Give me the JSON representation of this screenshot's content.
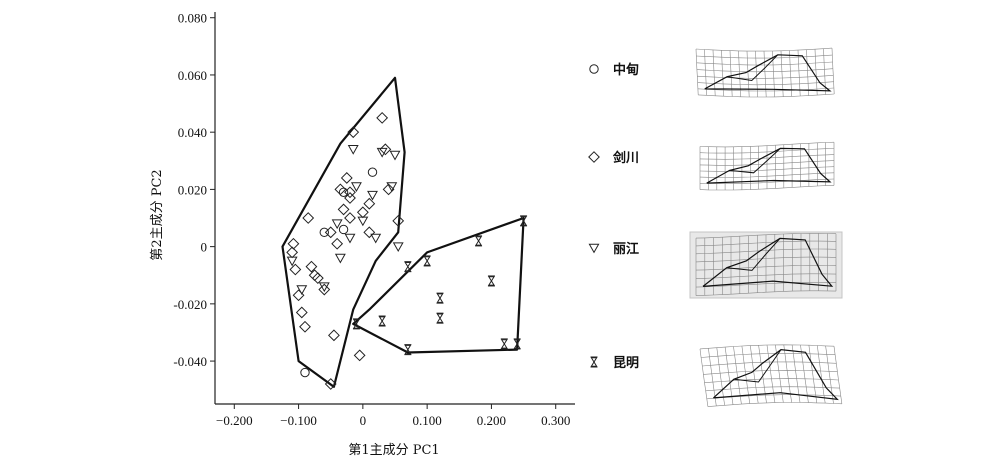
{
  "chart_data": {
    "type": "scatter",
    "xlabel": "第1主成分 PC1",
    "ylabel": "第2主成分 PC2",
    "xlim": [
      -0.23,
      0.33
    ],
    "ylim": [
      -0.055,
      0.082
    ],
    "x_ticks": [
      -0.2,
      -0.1,
      0,
      0.1,
      0.2,
      0.3
    ],
    "x_tick_labels": [
      "−0.200",
      "−0.100",
      "0",
      "0.100",
      "0.200",
      "0.300"
    ],
    "y_ticks": [
      0.08,
      0.06,
      0.04,
      0.02,
      0,
      -0.02,
      -0.04
    ],
    "y_tick_labels": [
      "0.080",
      "0.060",
      "0.040",
      "0.020",
      "0",
      "-0.020",
      "-0.040"
    ],
    "grid": false,
    "legend_position": "right",
    "series": [
      {
        "name": "中甸",
        "marker": "circle",
        "points": [
          [
            -0.09,
            -0.044
          ],
          [
            -0.06,
            0.005
          ],
          [
            -0.03,
            0.006
          ],
          [
            -0.03,
            0.019
          ],
          [
            0.015,
            0.026
          ]
        ]
      },
      {
        "name": "剑川",
        "marker": "diamond",
        "points": [
          [
            -0.11,
            -0.002
          ],
          [
            -0.108,
            0.001
          ],
          [
            -0.105,
            -0.008
          ],
          [
            -0.1,
            -0.017
          ],
          [
            -0.095,
            -0.023
          ],
          [
            -0.09,
            -0.028
          ],
          [
            -0.085,
            0.01
          ],
          [
            -0.08,
            -0.007
          ],
          [
            -0.075,
            -0.01
          ],
          [
            -0.07,
            -0.011
          ],
          [
            -0.06,
            -0.015
          ],
          [
            -0.05,
            0.005
          ],
          [
            -0.045,
            -0.031
          ],
          [
            -0.04,
            0.001
          ],
          [
            -0.035,
            0.02
          ],
          [
            -0.03,
            0.013
          ],
          [
            -0.02,
            0.019
          ],
          [
            -0.02,
            0.01
          ],
          [
            -0.015,
            0.04
          ],
          [
            -0.005,
            -0.038
          ],
          [
            0.0,
            0.012
          ],
          [
            -0.05,
            -0.048
          ],
          [
            0.01,
            0.015
          ],
          [
            0.03,
            0.045
          ],
          [
            0.035,
            0.034
          ],
          [
            0.04,
            0.02
          ],
          [
            0.055,
            0.009
          ],
          [
            0.01,
            0.005
          ],
          [
            -0.025,
            0.024
          ],
          [
            -0.02,
            0.017
          ]
        ]
      },
      {
        "name": "丽江",
        "marker": "triangle-down",
        "points": [
          [
            -0.11,
            -0.005
          ],
          [
            -0.095,
            -0.015
          ],
          [
            -0.06,
            -0.014
          ],
          [
            -0.02,
            0.003
          ],
          [
            -0.01,
            0.021
          ],
          [
            -0.015,
            0.034
          ],
          [
            0.015,
            0.018
          ],
          [
            0.02,
            0.003
          ],
          [
            0.03,
            0.033
          ],
          [
            0.045,
            0.021
          ],
          [
            0.05,
            0.032
          ],
          [
            0.055,
            0.0
          ],
          [
            -0.04,
            0.008
          ],
          [
            -0.035,
            -0.004
          ],
          [
            0.0,
            0.009
          ]
        ]
      },
      {
        "name": "昆明",
        "marker": "hourglass",
        "points": [
          [
            -0.01,
            -0.027
          ],
          [
            0.03,
            -0.026
          ],
          [
            0.07,
            -0.036
          ],
          [
            0.07,
            -0.007
          ],
          [
            0.1,
            -0.005
          ],
          [
            0.12,
            -0.018
          ],
          [
            0.12,
            -0.025
          ],
          [
            0.18,
            0.002
          ],
          [
            0.2,
            -0.012
          ],
          [
            0.22,
            -0.034
          ],
          [
            0.24,
            -0.034
          ],
          [
            0.25,
            0.009
          ]
        ]
      }
    ],
    "hulls": [
      {
        "name": "group-1",
        "points": [
          [
            -0.125,
            0.0
          ],
          [
            -0.035,
            0.036
          ],
          [
            0.05,
            0.059
          ],
          [
            0.065,
            0.033
          ],
          [
            0.055,
            0.005
          ],
          [
            0.02,
            -0.005
          ],
          [
            -0.015,
            -0.022
          ],
          [
            -0.045,
            -0.049
          ],
          [
            -0.1,
            -0.04
          ]
        ]
      },
      {
        "name": "group-2",
        "points": [
          [
            -0.015,
            -0.027
          ],
          [
            0.07,
            -0.037
          ],
          [
            0.24,
            -0.036
          ],
          [
            0.25,
            0.01
          ],
          [
            0.1,
            -0.002
          ],
          [
            0.01,
            -0.022
          ]
        ]
      }
    ]
  },
  "legend": [
    {
      "label": "中甸",
      "marker": "circle"
    },
    {
      "label": "剑川",
      "marker": "diamond"
    },
    {
      "label": "丽江",
      "marker": "triangle-down"
    },
    {
      "label": "昆明",
      "marker": "hourglass"
    }
  ],
  "thumbnails": [
    {
      "name": "deformation-grid-zhongdian",
      "shaded": false
    },
    {
      "name": "deformation-grid-jianchuan",
      "shaded": false
    },
    {
      "name": "deformation-grid-lijiang",
      "shaded": true
    },
    {
      "name": "deformation-grid-kunming",
      "shaded": false
    }
  ]
}
